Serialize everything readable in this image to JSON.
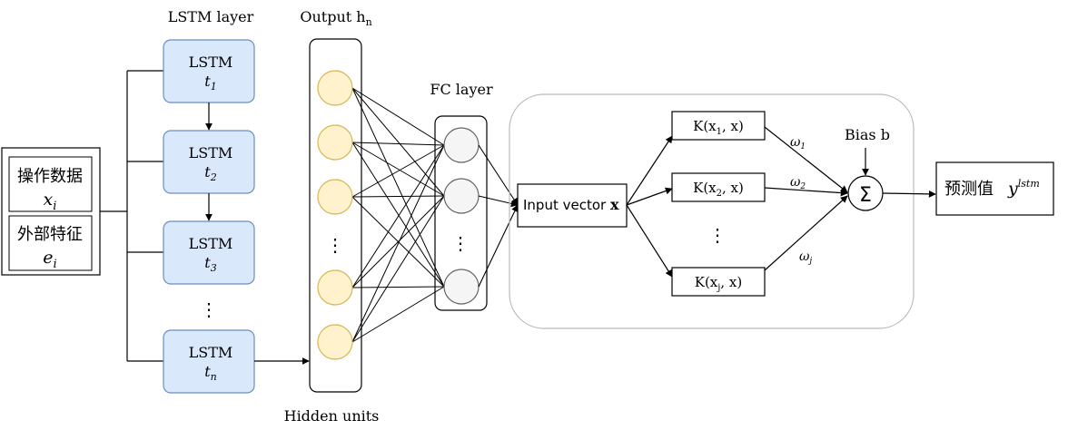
{
  "labels": {
    "lstm_layer": "LSTM layer",
    "output_prefix": "Output h",
    "output_sub": "n",
    "hidden_units": "Hidden units",
    "fc_layer": "FC layer",
    "bias": "Bias b",
    "vdots": "⋮",
    "sigma": "Σ"
  },
  "inputs": [
    {
      "title": "操作数据",
      "var": "x",
      "sub": "i"
    },
    {
      "title": "外部特征",
      "var": "e",
      "sub": "i"
    }
  ],
  "lstm_cells": [
    {
      "title": "LSTM",
      "var": "t",
      "sub": "1"
    },
    {
      "title": "LSTM",
      "var": "t",
      "sub": "2"
    },
    {
      "title": "LSTM",
      "var": "t",
      "sub": "3"
    },
    {
      "title": "LSTM",
      "var": "t",
      "sub": "n"
    }
  ],
  "input_vector": {
    "label": "Input vector ",
    "bold": "x"
  },
  "kernels": [
    {
      "pre": "K(x",
      "sub": "1",
      "post": ", x)"
    },
    {
      "pre": "K(x",
      "sub": "2",
      "post": ", x)"
    },
    {
      "pre": "K(x",
      "sub": "j",
      "post": ", x)"
    }
  ],
  "weights": [
    {
      "sym": "ω",
      "sub": "1"
    },
    {
      "sym": "ω",
      "sub": "2"
    },
    {
      "sym": "ω",
      "sub": "j"
    }
  ],
  "prediction": {
    "text": "预测值",
    "var": "y",
    "sup": "lstm"
  },
  "colors": {
    "lstm_fill": "#dae8fc",
    "lstm_stroke": "#6c8ebf",
    "hidden_fill": "#fff2cc",
    "hidden_stroke": "#d6b656",
    "fc_fill": "#f5f5f5",
    "fc_stroke": "#666666",
    "group_stroke": "#bbbbbb"
  }
}
